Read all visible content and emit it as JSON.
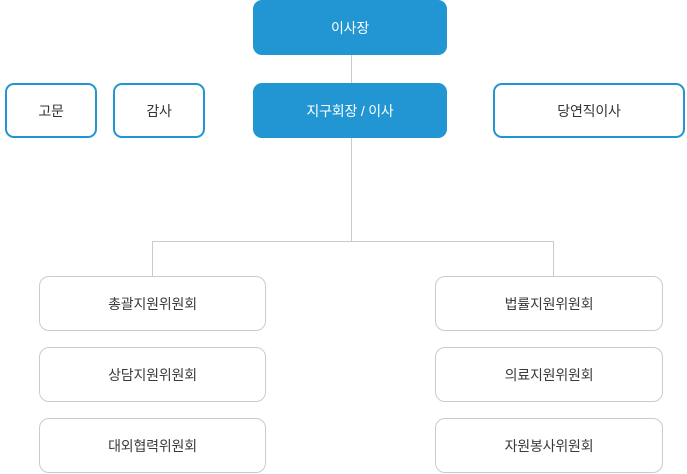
{
  "chart": {
    "title_node": {
      "label": "이사장"
    },
    "second_row": [
      {
        "label": "고문",
        "style": "outlined"
      },
      {
        "label": "감사",
        "style": "outlined"
      },
      {
        "label": "지구회장 / 이사",
        "style": "filled"
      },
      {
        "label": "당연직이사",
        "style": "outlined"
      }
    ],
    "committees_left": [
      {
        "label": "총괄지원위원회"
      },
      {
        "label": "상담지원위원회"
      },
      {
        "label": "대외협력위원회"
      }
    ],
    "committees_right": [
      {
        "label": "법률지원위원회"
      },
      {
        "label": "의료지원위원회"
      },
      {
        "label": "자원봉사위원회"
      }
    ]
  },
  "colors": {
    "accent_blue": "#2196d3",
    "line_gray": "#c9cbcd",
    "text_dark": "#3a3a3a",
    "text_white": "#ffffff"
  }
}
